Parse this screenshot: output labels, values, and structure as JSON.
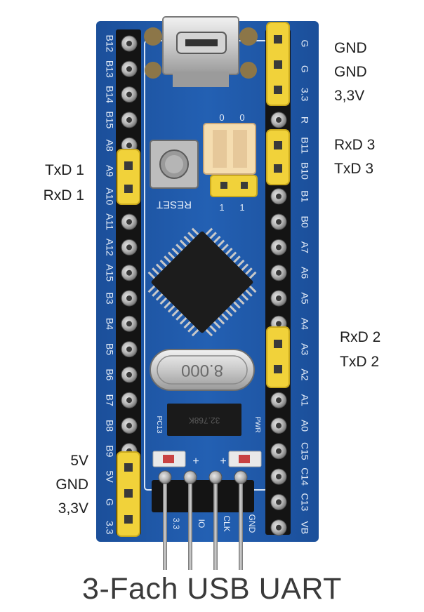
{
  "caption": "3-Fach USB UART",
  "labels_left": {
    "uart1": [
      "TxD 1",
      "RxD 1"
    ],
    "power": [
      "5V",
      "GND",
      "3,3V"
    ]
  },
  "labels_right": {
    "power": [
      "GND",
      "GND",
      "3,3V"
    ],
    "uart3": [
      "RxD 3",
      "TxD 3"
    ],
    "uart2": [
      "RxD 2",
      "TxD 2"
    ]
  },
  "silkscreen": {
    "left_pins": [
      "B12",
      "B13",
      "B14",
      "B15",
      "A8",
      "A9",
      "A10",
      "A11",
      "A12",
      "A15",
      "B3",
      "B4",
      "B5",
      "B6",
      "B7",
      "B8",
      "B9",
      "5V",
      "G",
      "3.3"
    ],
    "right_pins": [
      "G",
      "G",
      "3.3",
      "R",
      "B11",
      "B10",
      "B1",
      "B0",
      "A7",
      "A6",
      "A5",
      "A4",
      "A3",
      "A2",
      "A1",
      "A0",
      "C15",
      "C14",
      "C13",
      "VB"
    ],
    "reset": "RESET",
    "jumper_marks": [
      "0",
      "0",
      "1",
      "1"
    ],
    "crystal": "8.000",
    "ic_marking": "32.768K",
    "pc13": "PC13",
    "pwr": "PWR",
    "swd": [
      "3.3",
      "IO",
      "CLK",
      "GND"
    ]
  },
  "colors": {
    "pcb": "#1f56a6",
    "jumper": "#f1d23a",
    "header": "#1a1a1a",
    "caption": "#3a3a3a"
  }
}
